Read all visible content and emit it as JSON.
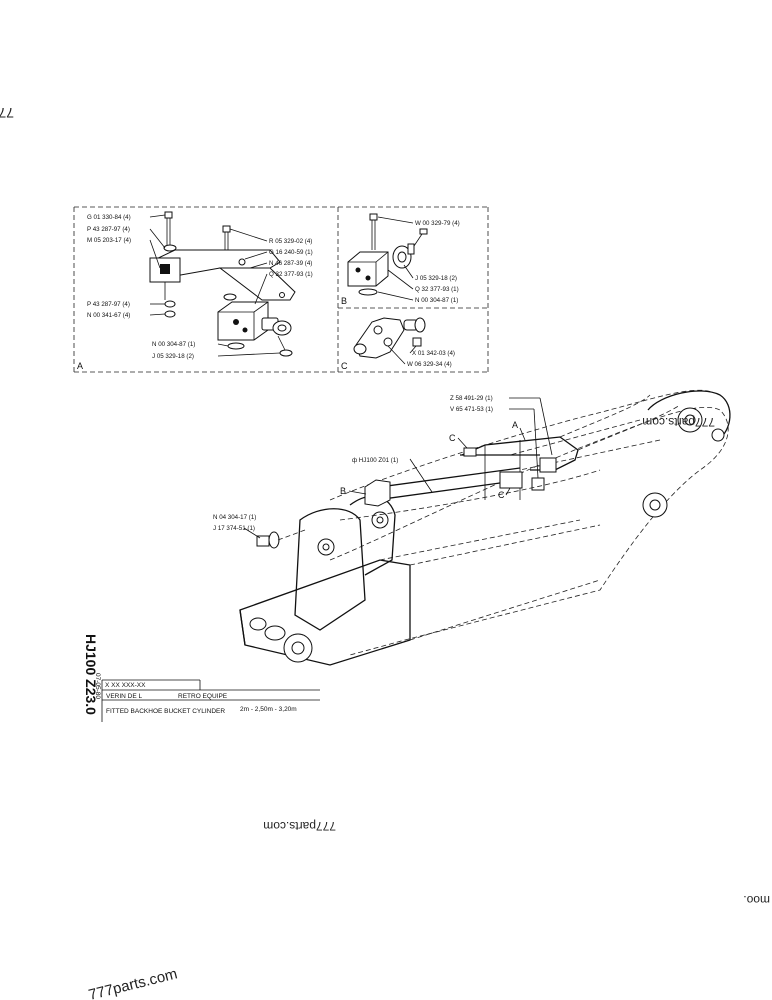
{
  "watermarks": {
    "left_edge": "77",
    "mid": "777parts.com",
    "right_edge": "moo.",
    "bottom": "777parts.com",
    "diagram": "777parts.com"
  },
  "inset": {
    "panel_a_letter": "A",
    "panel_b_letter": "B",
    "panel_c_letter": "C",
    "panel_a_labels": [
      "G 01 330-84 (4)",
      "P 43 287-97 (4)",
      "M 05 203-17 (4)",
      "R 05 329-02 (4)",
      "G 16 240-59 (1)",
      "N 46 287-39 (4)",
      "Q 32 377-93 (1)",
      "P 43 287-97 (4)",
      "N 00 341-67 (4)",
      "N 00 304-87 (1)",
      "J 05 329-18 (2)"
    ],
    "panel_b_labels": [
      "W 00 329-79 (4)",
      "J 05 329-18 (2)",
      "Q 32 377-93 (1)",
      "N 00 304-87 (1)"
    ],
    "panel_c_labels": [
      "X 01 342-03 (4)",
      "W 06 329-34 (4)"
    ]
  },
  "main": {
    "labels": {
      "z58": "Z 58 491-29 (1)",
      "v65": "V 65 471-53 (1)",
      "hj100": "ф HJ100  Z01 (1)",
      "n04": "N 04 304-17 (1)",
      "j17": "J 17 374-51 (1)"
    },
    "letters": {
      "a": "A",
      "b": "B",
      "c1": "C",
      "c2": "C"
    }
  },
  "title_block": {
    "vertical_code": "HJ100  Z23.0",
    "vertical_small": "07-05-80",
    "ref": "X XX XXX-XX",
    "line1_fr": "VERIN DE L",
    "line1_fr_b": "RETRO EQUIPE",
    "line2_en": "FITTED BACKHOE BUCKET CYLINDER",
    "line2_size": "2m - 2,50m - 3,20m"
  }
}
